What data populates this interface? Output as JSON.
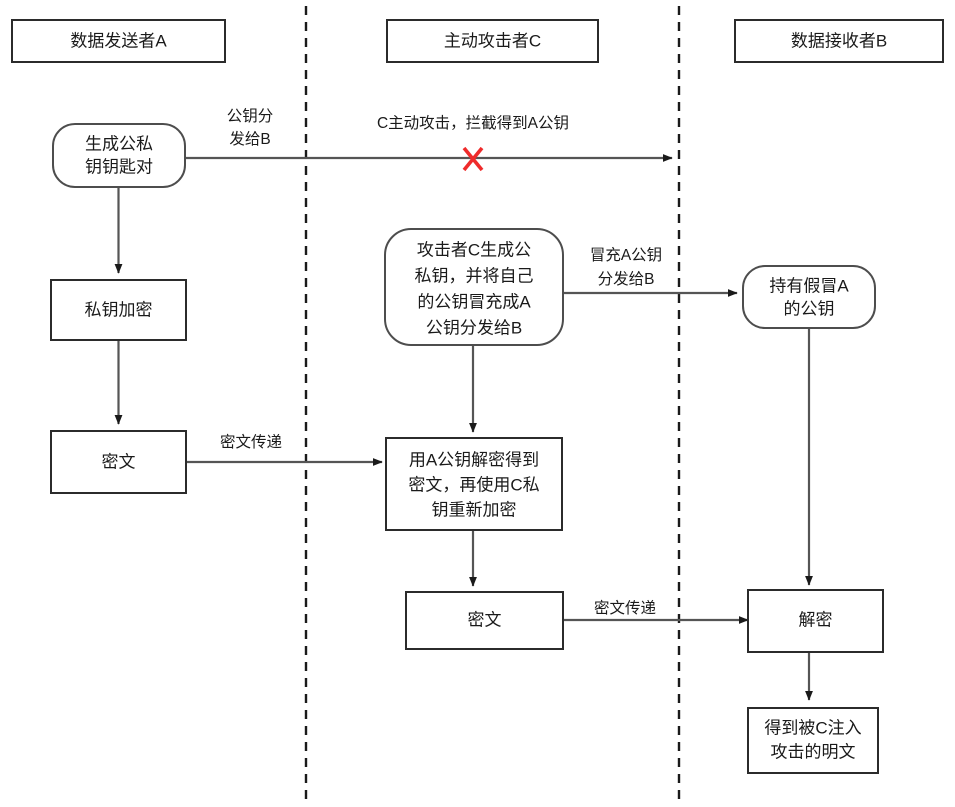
{
  "diagram": {
    "title_absent": true,
    "colors": {
      "node_stroke": "#2b2b2b",
      "round_stroke": "#4d4d4d",
      "line": "#555555",
      "divider": "#1a1a1a",
      "block_mark": "#ef2b2b",
      "background": "#ffffff"
    },
    "lanes": [
      {
        "id": "lane-a",
        "header": "数据发送者A"
      },
      {
        "id": "lane-c",
        "header": "主动攻击者C"
      },
      {
        "id": "lane-b",
        "header": "数据接收者B"
      }
    ],
    "nodes": [
      {
        "id": "node-generate-keypair",
        "shape": "rounded",
        "lines": [
          "生成公私",
          "钥钥匙对"
        ]
      },
      {
        "id": "node-private-key-encrypt",
        "shape": "rect",
        "lines": [
          "私钥加密"
        ]
      },
      {
        "id": "node-ciphertext-a",
        "shape": "rect",
        "lines": [
          "密文"
        ]
      },
      {
        "id": "node-attacker-generate-keys",
        "shape": "rounded",
        "lines": [
          "攻击者C生成公",
          "私钥，并将自己",
          "的公钥冒充成A",
          "公钥分发给B"
        ]
      },
      {
        "id": "node-decrypt-reencrypt",
        "shape": "rect",
        "lines": [
          "用A公钥解密得到",
          "密文，再使用C私",
          "钥重新加密"
        ]
      },
      {
        "id": "node-ciphertext-c",
        "shape": "rect",
        "lines": [
          "密文"
        ]
      },
      {
        "id": "node-hold-fake-key",
        "shape": "rounded",
        "lines": [
          "持有假冒A",
          "的公钥"
        ]
      },
      {
        "id": "node-decrypt-b",
        "shape": "rect",
        "lines": [
          "解密"
        ]
      },
      {
        "id": "node-injected-plaintext",
        "shape": "rect",
        "lines": [
          "得到被C注入",
          "攻击的明文"
        ]
      }
    ],
    "edge_labels": [
      {
        "id": "label-pubkey-distribute",
        "lines": [
          "公钥分",
          "发给B"
        ]
      },
      {
        "id": "label-intercept",
        "lines": [
          "C主动攻击，拦截得到A公钥"
        ]
      },
      {
        "id": "label-impersonate",
        "lines": [
          "冒充A公钥",
          "分发给B"
        ]
      },
      {
        "id": "label-ciphertext-transfer-1",
        "lines": [
          "密文传递"
        ]
      },
      {
        "id": "label-ciphertext-transfer-2",
        "lines": [
          "密文传递"
        ]
      }
    ],
    "markers": [
      {
        "id": "marker-blocked-x",
        "symbol": "X"
      }
    ]
  }
}
